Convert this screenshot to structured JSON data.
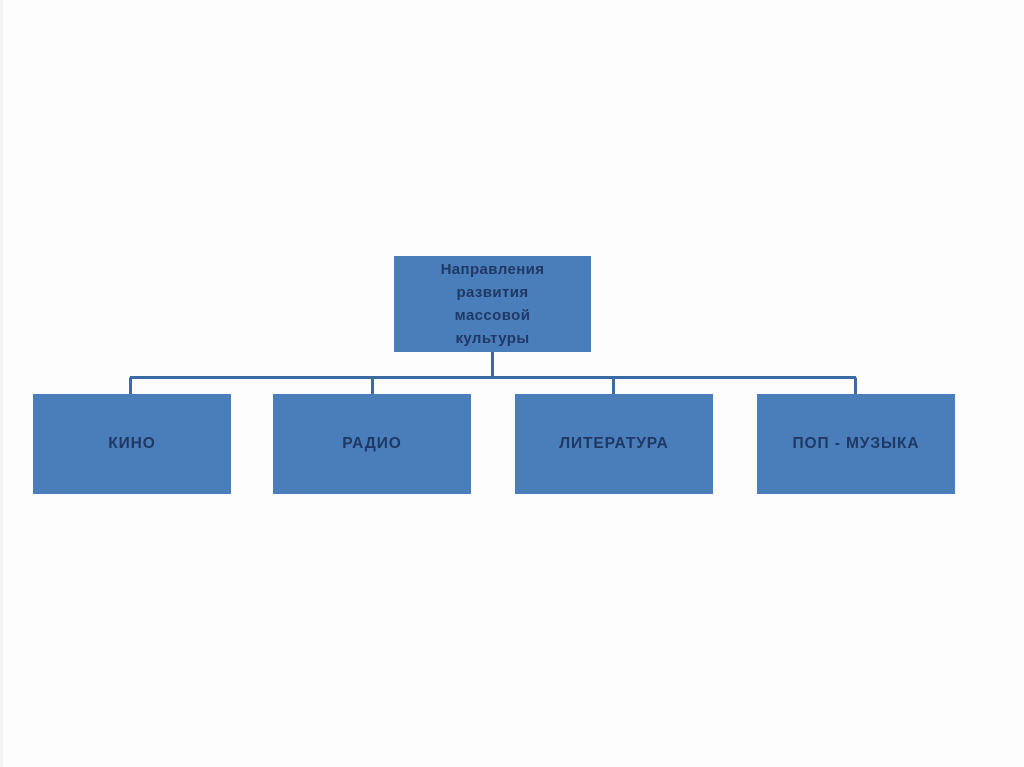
{
  "slide": {
    "background_color": "#fdfdfd",
    "node_fill_color": "#4a7ebb",
    "node_text_color": "#1f3864",
    "connector_color": "#3a6ba5"
  },
  "diagram": {
    "type": "organization-chart",
    "orientation": "top-down",
    "root": {
      "label": "Направления развития массовой культуры",
      "lines": "Направления\nразвития\nмассовой\nкультуры"
    },
    "children": [
      {
        "label": "КИНО"
      },
      {
        "label": "РАДИО"
      },
      {
        "label": "ЛИТЕРАТУРА"
      },
      {
        "label": "ПОП - МУЗЫКА"
      }
    ]
  }
}
